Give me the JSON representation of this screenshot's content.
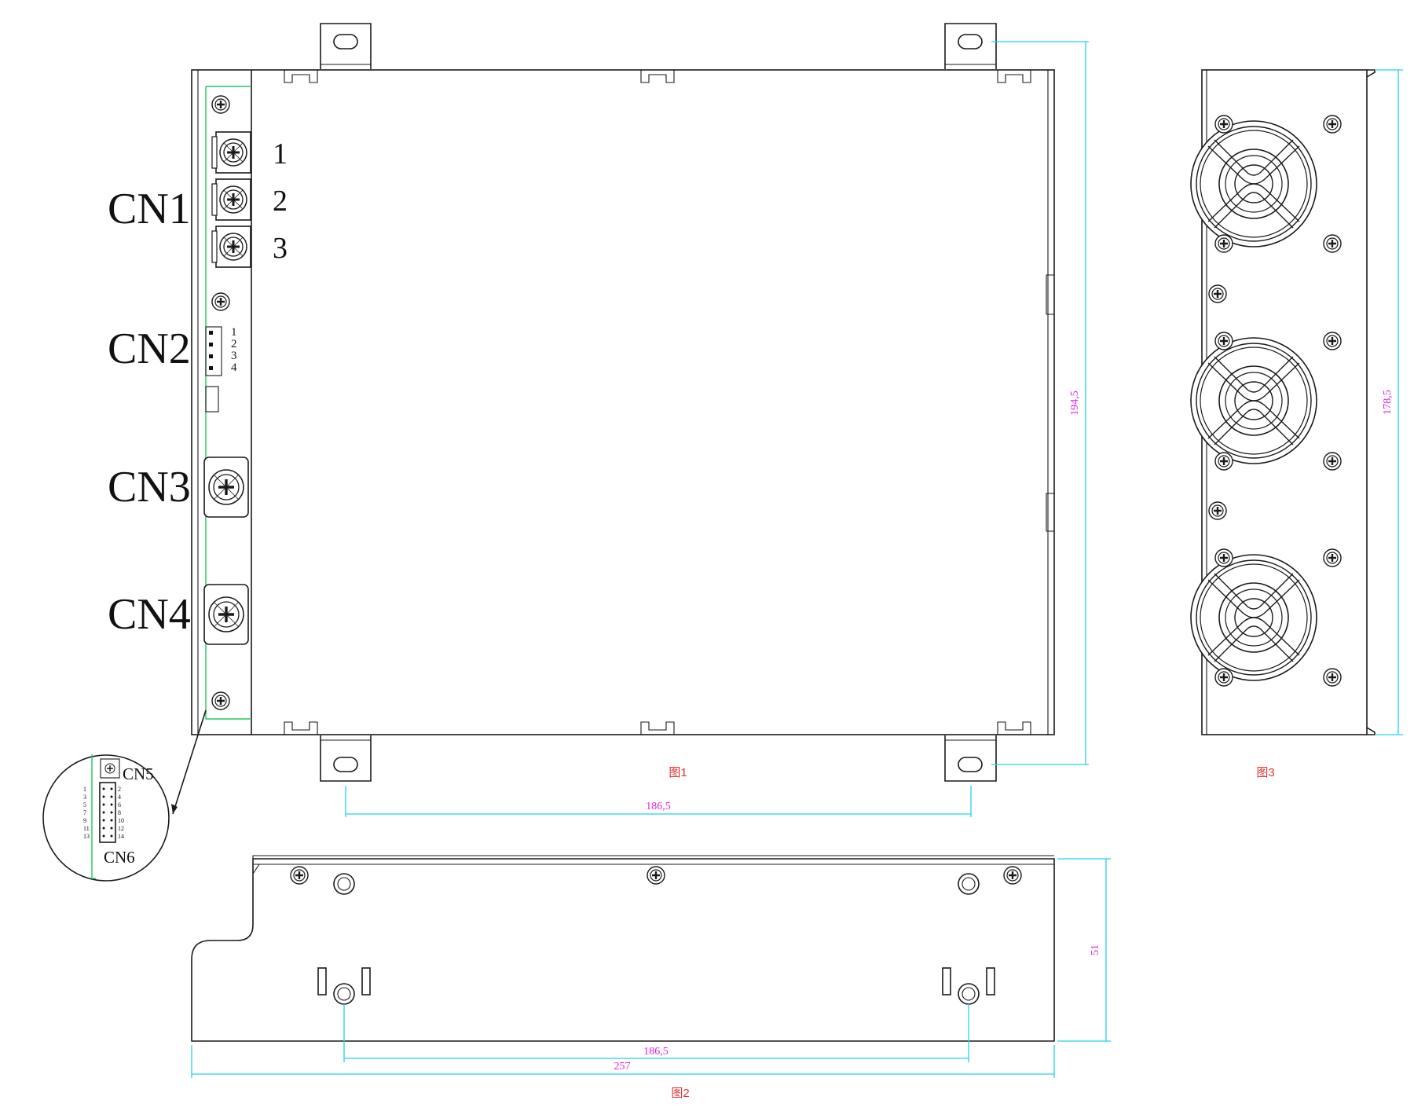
{
  "figures": {
    "fig1": "图1",
    "fig2": "图2",
    "fig3": "图3"
  },
  "connectors": {
    "cn1": {
      "label": "CN1",
      "pins": [
        "1",
        "2",
        "3"
      ]
    },
    "cn2": {
      "label": "CN2",
      "pins": [
        "1",
        "2",
        "3",
        "4"
      ]
    },
    "cn3": {
      "label": "CN3"
    },
    "cn4": {
      "label": "CN4"
    },
    "cn5": {
      "label": "CN5"
    },
    "cn6": {
      "label": "CN6",
      "left_pins": [
        "1",
        "3",
        "5",
        "7",
        "9",
        "11",
        "13"
      ],
      "right_pins": [
        "2",
        "4",
        "6",
        "8",
        "10",
        "12",
        "14"
      ]
    }
  },
  "dimensions": {
    "fig1_mount_spacing": "186,5",
    "fig1_height": "194,5",
    "fig2_mount_spacing": "186,5",
    "fig2_length": "257",
    "fig2_height": "51",
    "fig3_height": "178,5"
  },
  "colors": {
    "outline": "#1a1a1a",
    "dimension_line": "#22d3ee",
    "dimension_text": "#e020e0",
    "figure_caption": "#e03030",
    "pcb_edge": "#22c55e"
  }
}
